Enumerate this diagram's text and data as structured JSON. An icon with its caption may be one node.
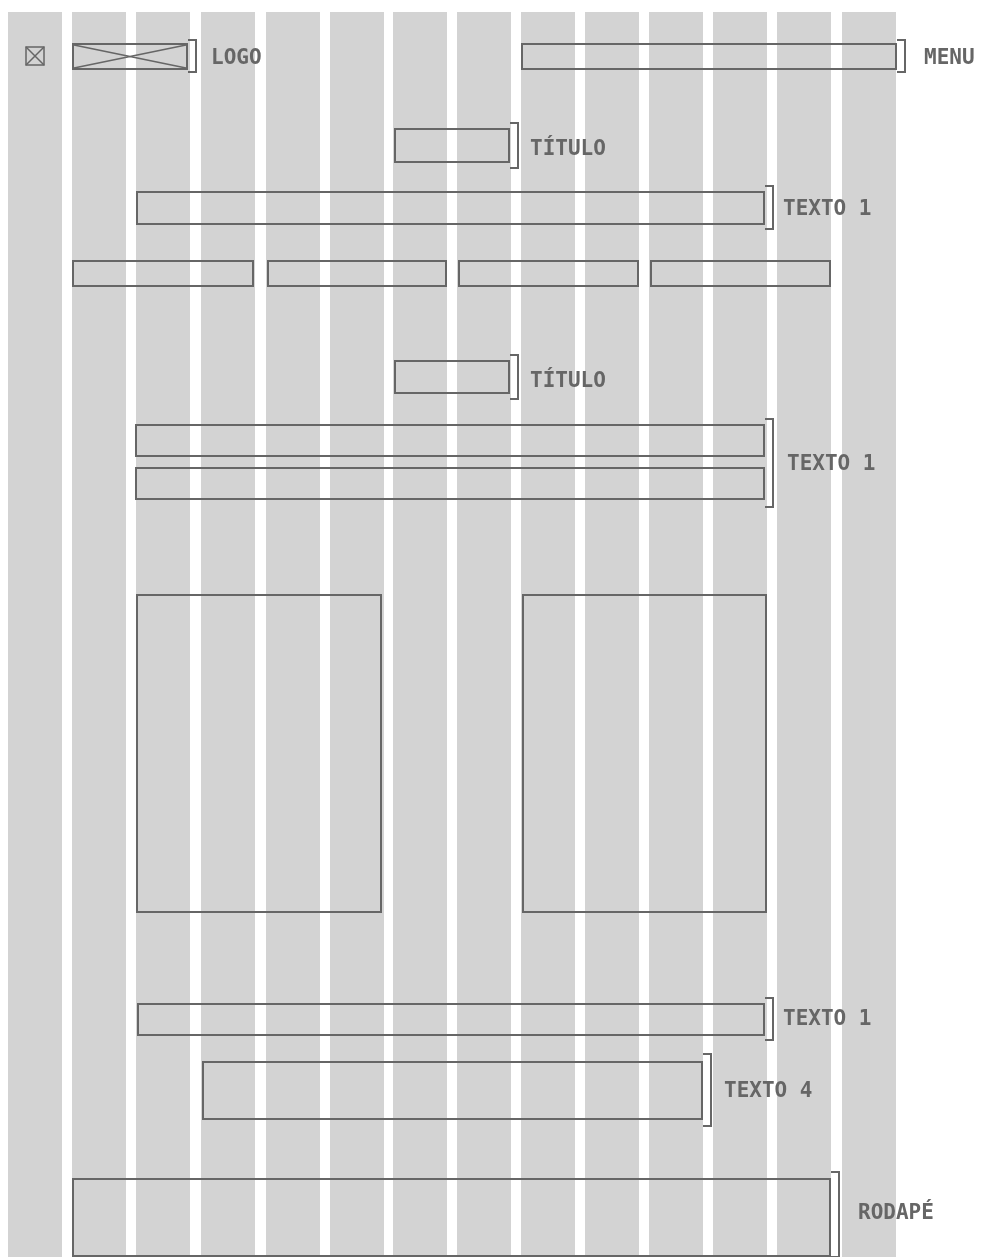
{
  "diagram": {
    "nodes": [
      {
        "text": [],
        "shape": "picture",
        "beside": [
          "LOGO"
        ]
      },
      {
        "text": [],
        "shape": "box",
        "beside": [
          "MENU"
        ]
      },
      {
        "text": [],
        "shape": "box",
        "beside": [
          "TÍTULO"
        ]
      },
      {
        "text": [],
        "shape": "box",
        "beside": [
          "TEXTO 1"
        ]
      },
      {
        "text": [],
        "shape": "box"
      },
      {
        "text": [],
        "shape": "box"
      },
      {
        "text": [],
        "shape": "box"
      },
      {
        "text": [],
        "shape": "box"
      },
      {
        "text": [],
        "shape": "box",
        "beside": [
          "TÍTULO"
        ]
      },
      {
        "text": [],
        "shape": "box",
        "beside": [
          "TEXTO 1"
        ]
      },
      {
        "text": [],
        "shape": "box"
      },
      {
        "text": [],
        "shape": "box"
      },
      {
        "text": [],
        "shape": "box"
      },
      {
        "text": [],
        "shape": "box",
        "beside": [
          "TEXTO 1"
        ]
      },
      {
        "text": [],
        "shape": "box",
        "beside": [
          "TEXTO 4"
        ]
      },
      {
        "text": [],
        "shape": "box",
        "beside": [
          "RODAPÉ"
        ]
      }
    ],
    "edges": []
  }
}
